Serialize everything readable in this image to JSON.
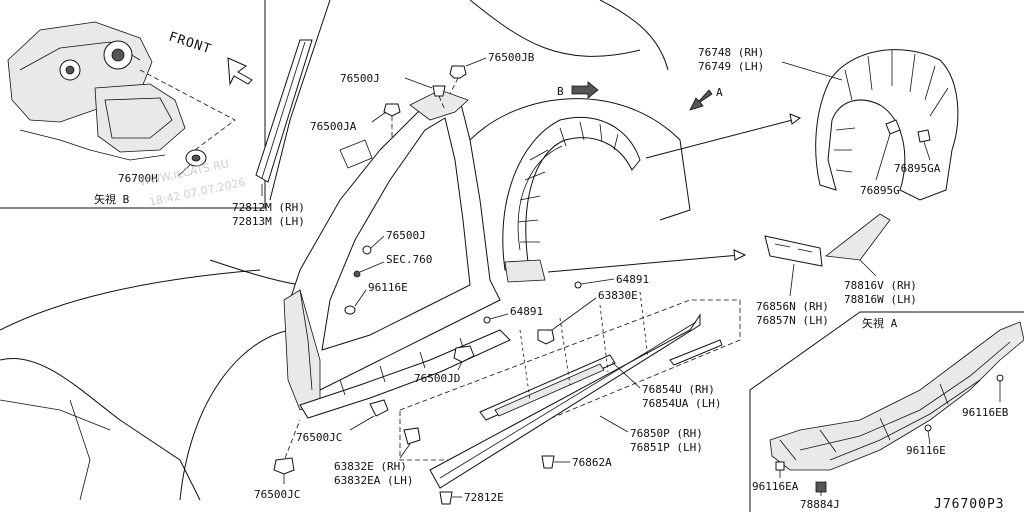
{
  "diagram": {
    "drawing_code": "J76700P3",
    "watermark": {
      "line1": "WWW.ILCATS.RU",
      "line2": "18:42 07.07.2026"
    },
    "view_labels": {
      "front": "FRONT",
      "view_b": "矢視 B",
      "view_a": "矢視 A",
      "arrow_b": "B",
      "arrow_a": "A"
    },
    "part_labels": {
      "p76700h": "76700H",
      "p72812m": "72812M (RH)",
      "p72813m": "72813M (LH)",
      "p76500j_top": "76500J",
      "p76500jb": "76500JB",
      "p76500ja": "76500JA",
      "p76500j_mid": "76500J",
      "sec760": "SEC.760",
      "p96116e_left": "96116E",
      "p76500jd": "76500JD",
      "p76500jc_mid": "76500JC",
      "p76500jc_bottom": "76500JC",
      "p63832e": "63832E  (RH)",
      "p63832ea": "63832EA (LH)",
      "p72812e": "72812E",
      "p64891_a": "64891",
      "p63830e": "63830E",
      "p64891_b": "64891",
      "p76854u": "76854U (RH)",
      "p76854ua": "76854UA (LH)",
      "p76850p": "76850P (RH)",
      "p76851p": "76851P (LH)",
      "p76862a": "76862A",
      "p76748": "76748 (RH)",
      "p76749": "76749 (LH)",
      "p76895ga": "76895GA",
      "p76895g": "76895G",
      "p78816v": "78816V (RH)",
      "p78816w": "78816W (LH)",
      "p76856n": "76856N (RH)",
      "p76857n": "76857N (LH)",
      "p96116eb": "96116EB",
      "p96116e_right": "96116E",
      "p96116ea": "96116EA",
      "p78884j": "78884J"
    }
  }
}
